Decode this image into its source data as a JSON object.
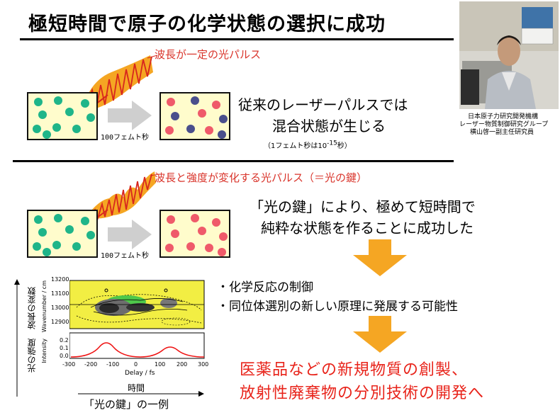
{
  "title": "極短時間で原子の化学状態の選択に成功",
  "section1": {
    "pulse_label": "波長が一定の光パルス",
    "time_label": "100フェムト秒",
    "message_line1": "従来のレーザーパルスでは",
    "message_line2": "混合状態が生じる",
    "note_prefix": "（1フェムト秒は10",
    "note_exp": "-15",
    "note_suffix": "秒）"
  },
  "section2": {
    "pulse_label": "波長と強度が変化する光パルス（＝光の鍵）",
    "time_label": "100フェムト秒",
    "message_line1": "「光の鍵」により、極めて短時間で",
    "message_line2": "純粋な状態を作ることに成功した"
  },
  "bullets": [
    "・化学反応の制御",
    "・同位体選別の新しい原理に発展する可能性"
  ],
  "outcome_line1": "医薬品などの新規物質の創製、",
  "outcome_line2": "放射性廃棄物の分別技術の開発へ",
  "photo_caption": [
    "日本原子力研究開発機構",
    "レーザー物質制御研究グループ",
    "横山啓一副主任研究員"
  ],
  "graph": {
    "caption": "「光の鍵」の一例",
    "axis_vertical_top": "波長の変数",
    "axis_vertical_bottom": "光の強度",
    "axis_time": "時間",
    "wavenumber_label": "Wavenumber / cm",
    "intensity_label": "Intensity",
    "delay_label": "Delay / fs",
    "y_ticks": [
      "13200",
      "13100",
      "13000",
      "12900"
    ],
    "i_ticks": [
      "0.2",
      "0.1",
      "0.0"
    ],
    "x_ticks": [
      "-300",
      "-200",
      "-100",
      "0",
      "100",
      "200",
      "300"
    ]
  },
  "colors": {
    "title_rule": "#000000",
    "label_red": "#d9342b",
    "outcome_red": "#e8231a",
    "arrow_orange": "#f5a623",
    "green_atom": "#1fb589",
    "red_atom": "#ef5a6a",
    "blue_atom": "#4a4f8c"
  }
}
